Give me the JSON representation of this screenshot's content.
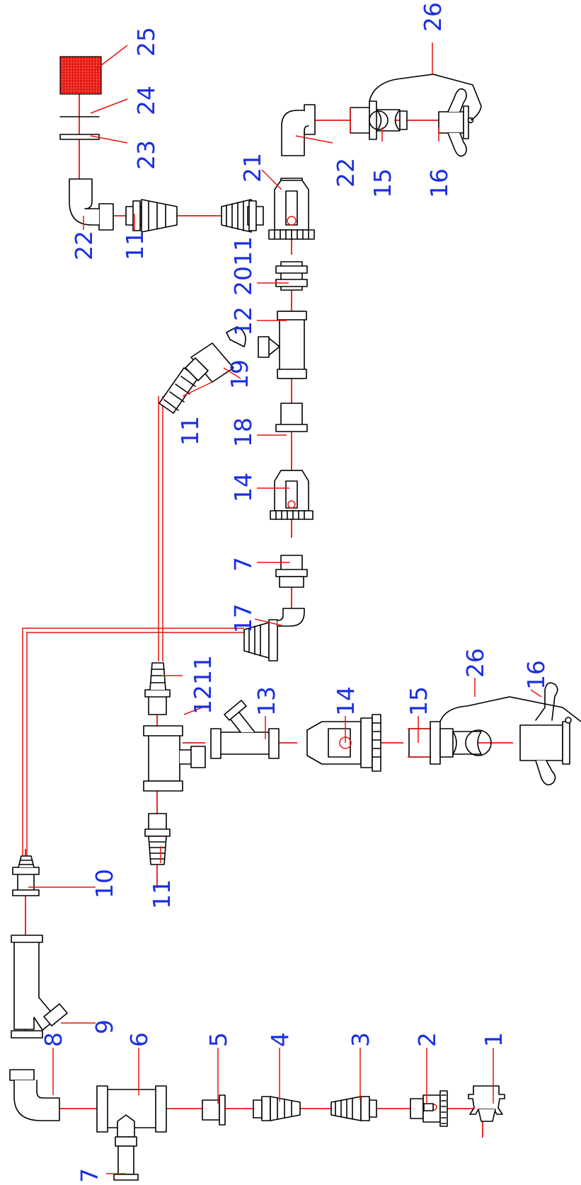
{
  "colors": {
    "pipe": "#e8140e",
    "callout_text": "#1a2fe0",
    "outline": "#000000",
    "mesh_block": "#e8140e"
  },
  "callouts": {
    "n1": "1",
    "n2": "2",
    "n3": "3",
    "n4": "4",
    "n5": "5",
    "n6": "6",
    "n7_bottom": "7",
    "n7_top": "7",
    "n8": "8",
    "n9": "9",
    "n10": "10",
    "n11_bottom": "11",
    "n11_mid": "11",
    "n11_top": "11",
    "n1211": "1211",
    "n12": "12",
    "n13": "13",
    "n14_lower": "14",
    "n14_upper": "14",
    "n15_lower": "15",
    "n15_upper": "15",
    "n16_lower": "16",
    "n16_upper": "16",
    "n17": "17",
    "n18": "18",
    "n19": "19",
    "n2011": "2011",
    "n21": "21",
    "n22_left": "22",
    "n22_right": "22",
    "n23": "23",
    "n24": "24",
    "n25": "25",
    "n26_lower": "26",
    "n26_upper": "26"
  }
}
